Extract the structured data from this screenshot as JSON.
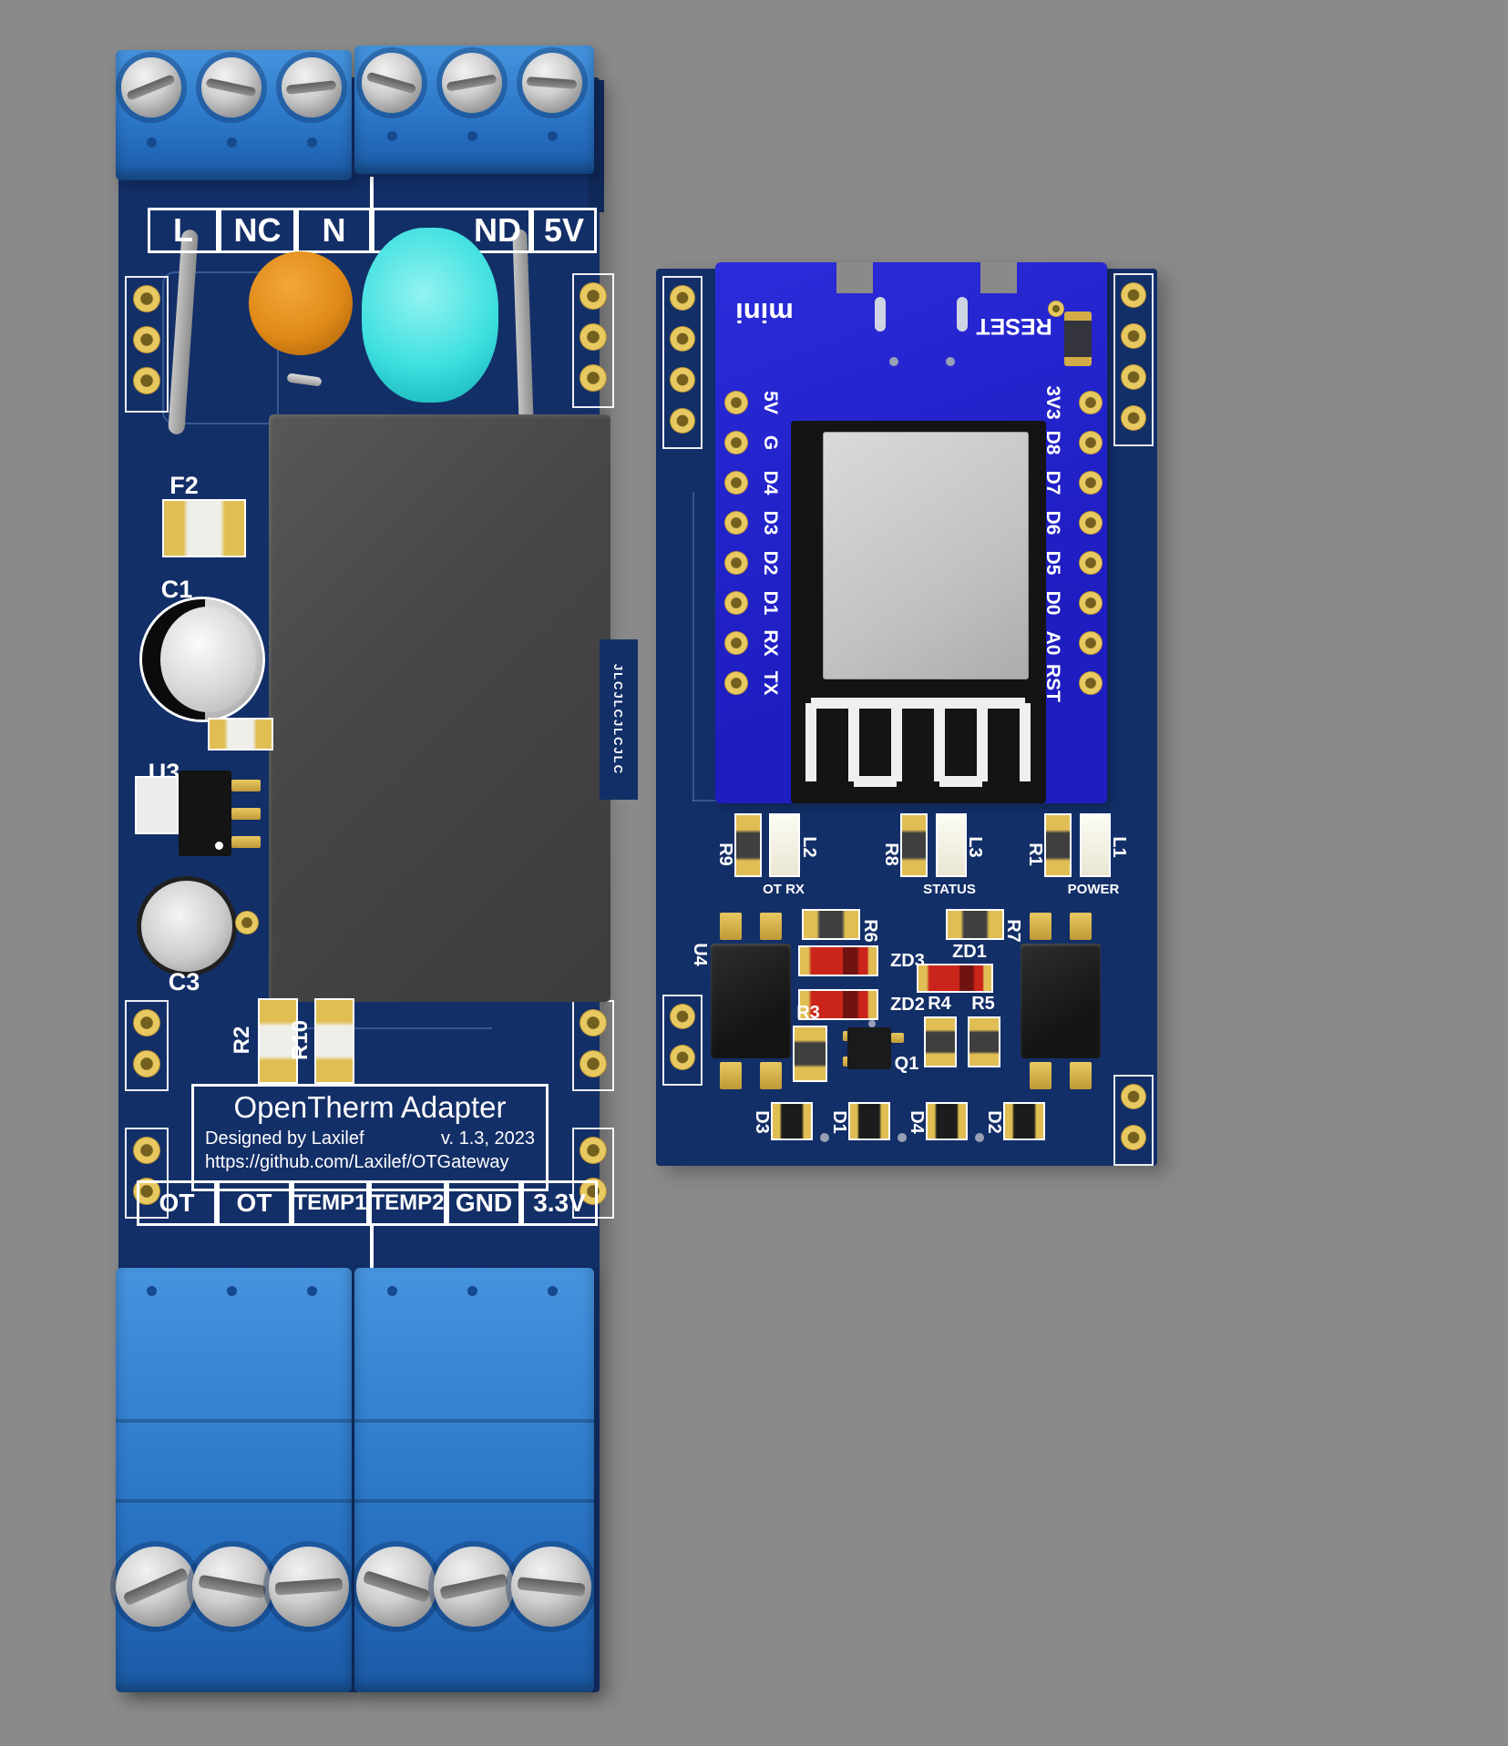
{
  "scene": {
    "background": "#8a8a8a"
  },
  "colors": {
    "pcb_navy": "#132f68",
    "terminal_blue": "#2f7ccd",
    "mini_board_blue": "#2222cf",
    "gold_pad": "#e8c860",
    "silkscreen_white": "#ffffff",
    "zener_red": "#cb251b",
    "varistor_orange": "#e08a18",
    "capacitor_cyan": "#3fe0e0"
  },
  "adapter_board": {
    "top_terminals": [
      "L",
      "NC",
      "N",
      "ND",
      "5V"
    ],
    "bottom_terminals": [
      "OT",
      "OT",
      "TEMP1",
      "TEMP2",
      "GND",
      "3.3V"
    ],
    "refs": {
      "fuse": "F2",
      "cap1": "C1",
      "reg": "U3",
      "cap3": "C3",
      "res2": "R2",
      "res10": "R10"
    },
    "title_block": {
      "title": "OpenTherm Adapter",
      "byline": "Designed by Laxilef",
      "version": "v. 1.3, 2023",
      "url": "https://github.com/Laxilef/OTGateway"
    },
    "edge_tab_text": "JLCJLCJLCJLC"
  },
  "mini_board": {
    "logo": "mini",
    "reset_label": "RESET",
    "left_pins": [
      "5V",
      "G",
      "D4",
      "D3",
      "D2",
      "D1",
      "RX",
      "TX"
    ],
    "right_pins": [
      "3V3",
      "D8",
      "D7",
      "D6",
      "D5",
      "D0",
      "A0",
      "RST"
    ]
  },
  "gateway_board": {
    "led_groups": [
      {
        "res": "R9",
        "led": "L2",
        "caption": "OT RX"
      },
      {
        "res": "R8",
        "led": "L3",
        "caption": "STATUS"
      },
      {
        "res": "R1",
        "led": "L1",
        "caption": "POWER"
      }
    ],
    "refs": {
      "r6": "R6",
      "r7": "R7",
      "zd3": "ZD3",
      "zd1": "ZD1",
      "zd2": "ZD2",
      "r3": "R3",
      "r4": "R4",
      "r5": "R5",
      "q1": "Q1",
      "u4": "U4",
      "d3": "D3",
      "d1": "D1",
      "d4": "D4",
      "d2": "D2"
    }
  }
}
